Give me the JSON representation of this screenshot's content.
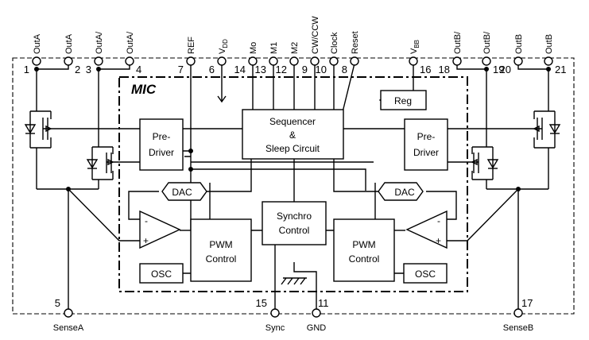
{
  "pins_top": [
    {
      "name": "OutA",
      "num": "1"
    },
    {
      "name": "OutA",
      "num": "2"
    },
    {
      "name": "OutA/",
      "num": "3"
    },
    {
      "name": "OutA/",
      "num": "4"
    },
    {
      "name": "REF",
      "num": "7"
    },
    {
      "name": "V",
      "sub": "DD",
      "num": "6"
    },
    {
      "name": "Mo",
      "num": "14"
    },
    {
      "name": "M1",
      "num": "13"
    },
    {
      "name": "M2",
      "num": "12"
    },
    {
      "name": "CW/CCW",
      "num": "9"
    },
    {
      "name": "Clock",
      "num": "10"
    },
    {
      "name": "Reset",
      "num": "8"
    },
    {
      "name": "V",
      "sub": "BB",
      "num": "16"
    },
    {
      "name": "OutB/",
      "num": "18"
    },
    {
      "name": "OutB/",
      "num": "19"
    },
    {
      "name": "OutB",
      "num": "20"
    },
    {
      "name": "OutB",
      "num": "21"
    }
  ],
  "pins_bottom": [
    {
      "name": "SenseA",
      "num": "5"
    },
    {
      "name": "Sync",
      "num": "15"
    },
    {
      "name": "GND",
      "num": "11"
    },
    {
      "name": "SenseB",
      "num": "17"
    }
  ],
  "mic_label": "MIC",
  "blocks": {
    "sequencer": [
      "Sequencer",
      "&",
      "Sleep Circuit"
    ],
    "predriver": [
      "Pre-",
      "Driver"
    ],
    "reg": "Reg",
    "dac": "DAC",
    "synchro": [
      "Synchro",
      "Control"
    ],
    "pwm": [
      "PWM",
      "Control"
    ],
    "osc": "OSC"
  },
  "signs": {
    "minus": "-",
    "plus": "+"
  }
}
